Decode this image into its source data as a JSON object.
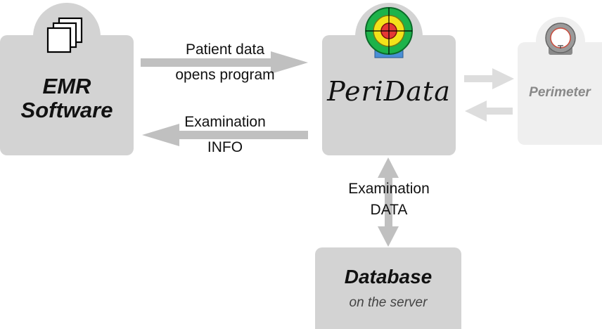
{
  "nodes": {
    "emr": {
      "title_line1": "EMR",
      "title_line2": "Software",
      "icon": "stacked-windows-icon"
    },
    "peridata": {
      "title": "PeriData",
      "icon": "target-logo-icon"
    },
    "perimeter": {
      "title": "Perimeter",
      "icon": "perimeter-device-icon"
    },
    "database": {
      "title": "Database",
      "subtitle": "on the server"
    }
  },
  "edges": {
    "emr_to_peridata": {
      "line1": "Patient data",
      "line2": "opens program"
    },
    "peridata_to_emr": {
      "line1": "Examination",
      "line2": "INFO"
    },
    "peridata_database": {
      "line1": "Examination",
      "line2": "DATA"
    }
  },
  "colors": {
    "box": "#d3d3d3",
    "box_light": "#efefef",
    "arrow": "#c0c0c0",
    "arrow_light": "#dddddd"
  }
}
